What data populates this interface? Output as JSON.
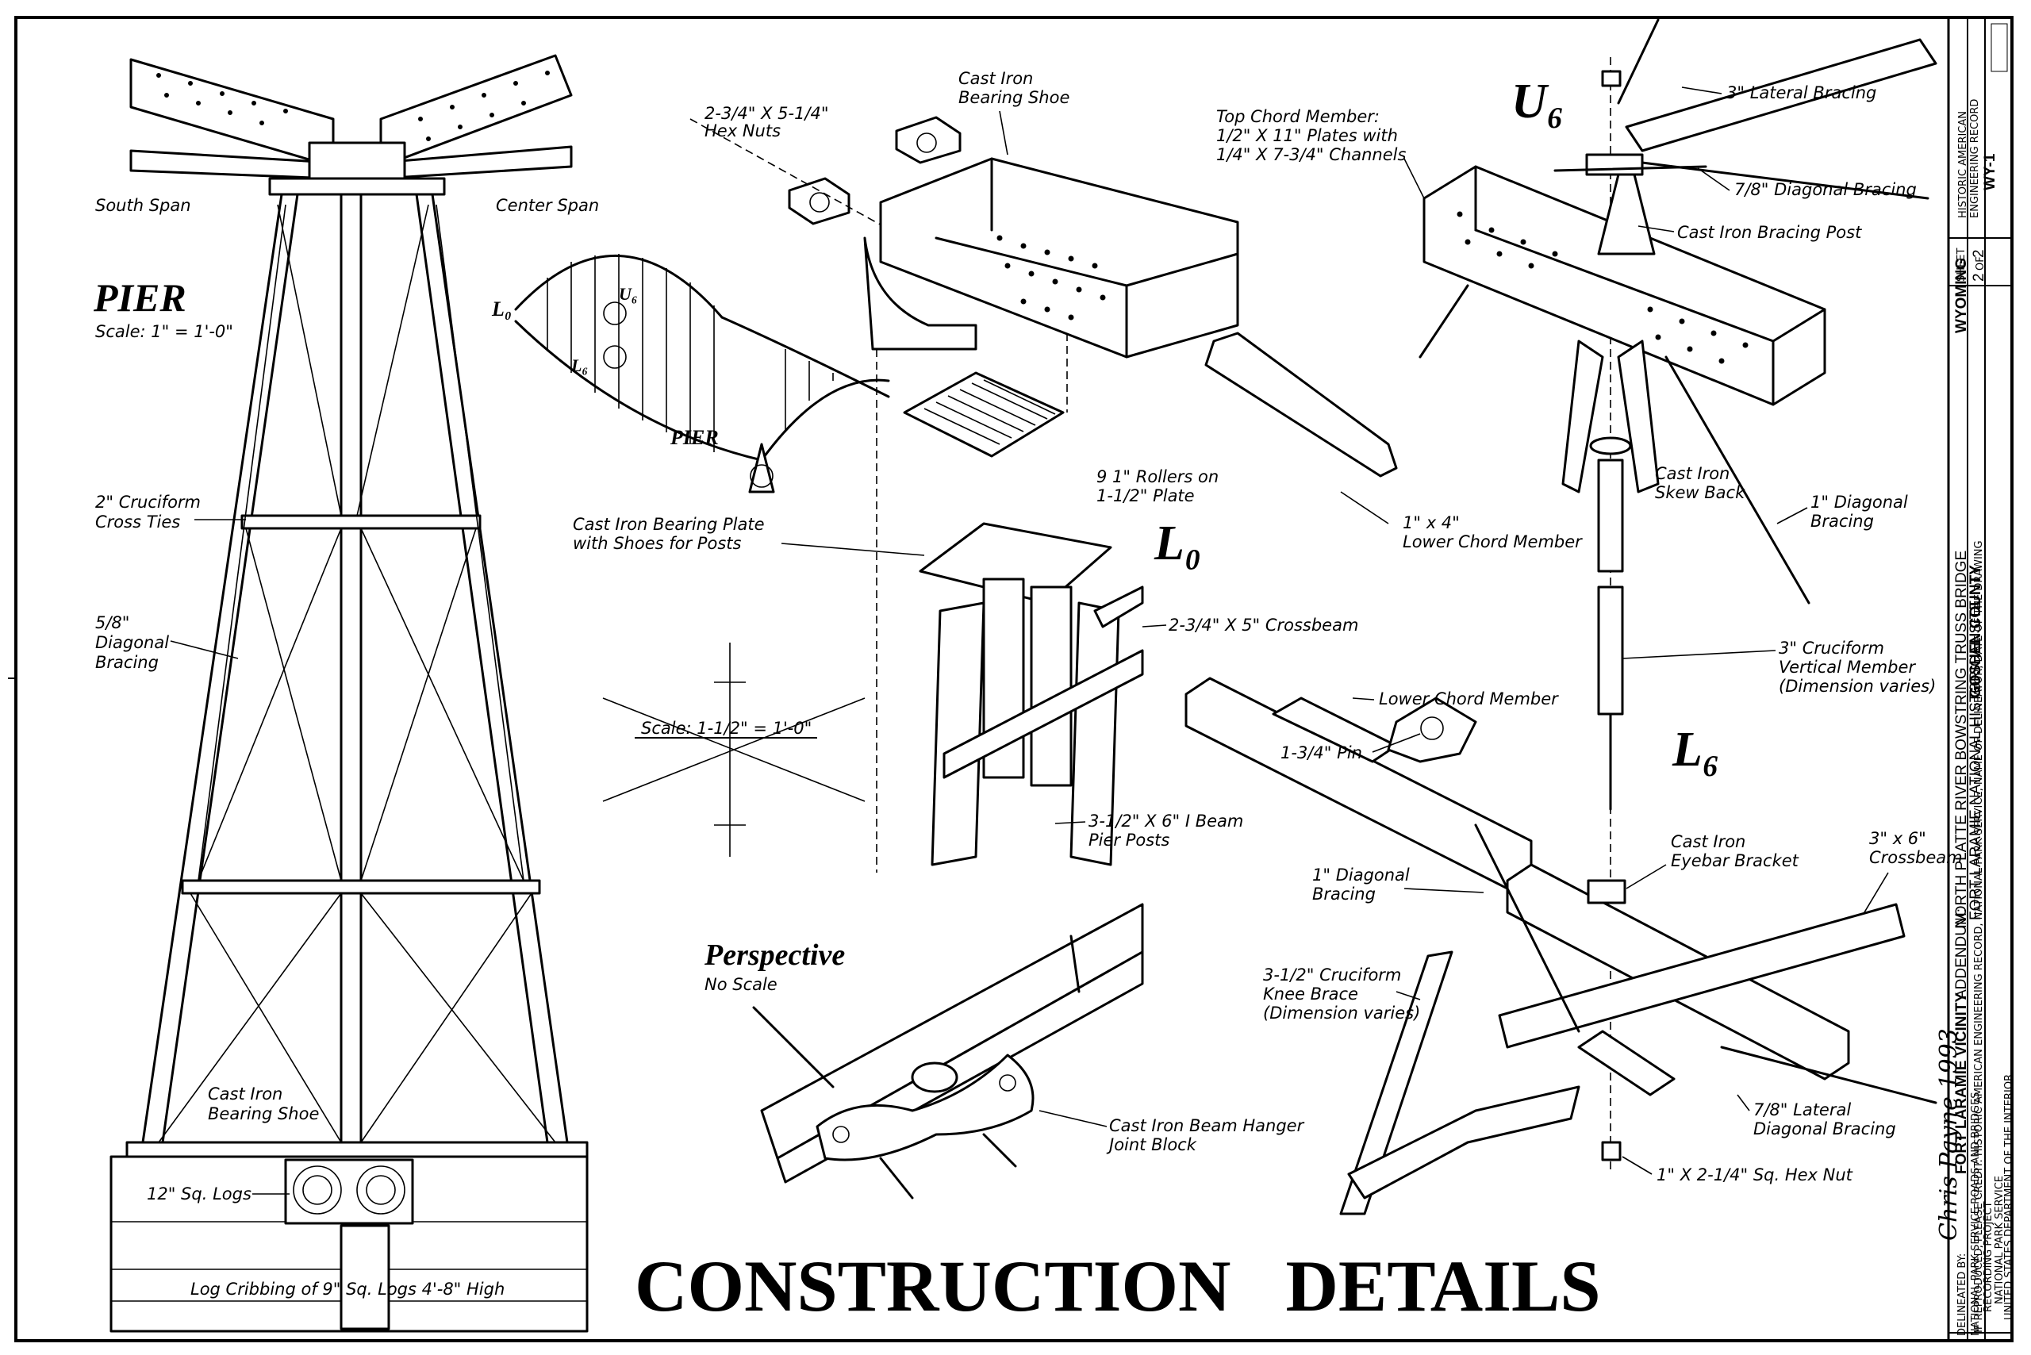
{
  "title": "CONSTRUCTION   DETAILS",
  "pier_view": {
    "heading": "PIER",
    "scale": "Scale: 1\" = 1'-0\"",
    "labels": {
      "south_span": "South Span",
      "center_span": "Center Span",
      "cross_ties_1": "2\" Cruciform",
      "cross_ties_2": "Cross Ties",
      "diag_1": "5/8\"",
      "diag_2": "Diagonal",
      "diag_3": "Bracing",
      "shoe_1": "Cast Iron",
      "shoe_2": "Bearing Shoe",
      "logs": "12\" Sq. Logs",
      "cribbing": "Log Cribbing of 9\" Sq. Logs 4'-8\" High"
    }
  },
  "key_plan": {
    "l0": "L₀",
    "u6": "U₆",
    "l6": "L₆",
    "pier": "PIER"
  },
  "l0_detail": {
    "node": "L₀",
    "hex_nuts_1": "2-3/4\" X 5-1/4\"",
    "hex_nuts_2": "Hex Nuts",
    "shoe_1": "Cast Iron",
    "shoe_2": "Bearing Shoe",
    "top_chord_1": "Top Chord Member:",
    "top_chord_2": "1/2\" X 11\" Plates with",
    "top_chord_3": "1/4\" X 7-3/4\" Channels",
    "rollers_1": "9  1\" Rollers on",
    "rollers_2": "1-1/2\" Plate",
    "lower_chord_1": "1\" x 4\"",
    "lower_chord_2": "Lower Chord Member",
    "plate_1": "Cast Iron Bearing Plate",
    "plate_2": "with Shoes for Posts",
    "crossbeam": "2-3/4\" X 5\" Crossbeam",
    "scale": "Scale: 1-1/2\" = 1'-0\"",
    "posts_1": "3-1/2\" X 6\" I Beam",
    "posts_2": "Pier Posts"
  },
  "perspective": {
    "heading": "Perspective",
    "sub": "No Scale",
    "hanger_1": "Cast Iron Beam Hanger",
    "hanger_2": "Joint Block"
  },
  "u6_detail": {
    "node": "U₆",
    "lateral": "3\" Lateral Bracing",
    "diag78": "7/8\" Diagonal Bracing",
    "post": "Cast Iron Bracing Post",
    "skew_1": "Cast Iron",
    "skew_2": "Skew Back",
    "diag1_1": "1\" Diagonal",
    "diag1_2": "Bracing",
    "vert_1": "3\" Cruciform",
    "vert_2": "Vertical Member",
    "vert_3": "(Dimension varies)"
  },
  "l6_detail": {
    "node": "L₆",
    "lower_chord": "Lower Chord Member",
    "pin": "1-3/4\" Pin",
    "eyebar_1": "Cast Iron",
    "eyebar_2": "Eyebar Bracket",
    "crossbeam_1": "3\" x 6\"",
    "crossbeam_2": "Crossbeam",
    "diag_1": "1\" Diagonal",
    "diag_2": "Bracing",
    "knee_1": "3-1/2\" Cruciform",
    "knee_2": "Knee Brace",
    "knee_3": "(Dimension varies)",
    "lateral_1": "7/8\" Lateral",
    "lateral_2": "Diagonal Bracing",
    "hexnut": "1\" X 2-1/4\" Sq. Hex Nut"
  },
  "title_block": {
    "signature": "Chris Payne 1993",
    "delineated": "DELINEATED BY:",
    "agency_1": "NATIONAL PARK SERVICE ROADS AND BRIDGES",
    "agency_2": "RECORDING PROJECT",
    "agency_3": "NATIONAL PARK SERVICE",
    "agency_4": "UNITED STATES DEPARTMENT OF THE INTERIOR",
    "location": "FORT LARAMIE VICINITY",
    "addendum": "ADDENDUM:",
    "project": "NORTH PLATTE RIVER BOWSTRING TRUSS BRIDGE",
    "site": "FORT LARAMIE NATIONAL HISTORICAL SITE",
    "county": "GOSHEN COUNTY",
    "state": "WYOMING",
    "credit": "IF REPRODUCED, PLEASE CREDIT: HISTORIC AMERICAN ENGINEERING RECORD, NATIONAL PARK SERVICE, NAME OF DELINEATOR, DATE OF THE DRAWING",
    "sheet_label": "SHEET",
    "sheet": "2",
    "of": "OF",
    "sheets": "2",
    "haer_1": "HISTORIC AMERICAN",
    "haer_2": "ENGINEERING RECORD",
    "haer_no": "WY-1"
  }
}
